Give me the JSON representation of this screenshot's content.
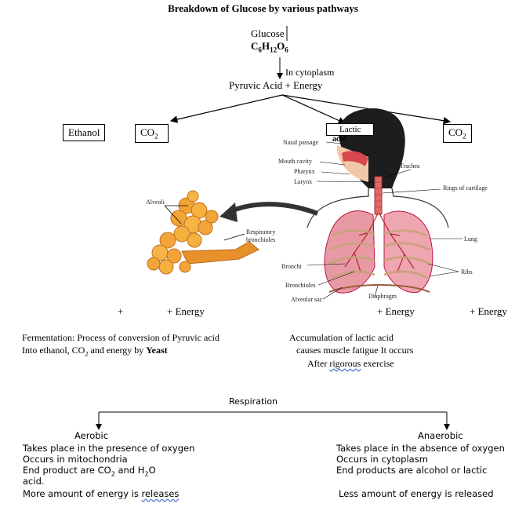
{
  "title": "Breakdown of Glucose by various pathways",
  "glucose": {
    "name": "Glucose",
    "formula": [
      "C",
      "6",
      "H",
      "12",
      "O",
      "6"
    ]
  },
  "step_label": "In cytoplasm",
  "pyruvic": "Pyruvic Acid + Energy",
  "products": {
    "ethanol": "Ethanol",
    "co2_left": [
      "CO",
      "2"
    ],
    "lactic": "Lactic",
    "lactic_overlap": "acid",
    "co2_right": [
      "CO",
      "2"
    ]
  },
  "energy_row": {
    "plus": "+",
    "energy_left": "+ Energy",
    "energy_mid": "+ Energy",
    "energy_right": "+ Energy"
  },
  "fermentation": {
    "line1": "Fermentation: Process of conversion of Pyruvic acid",
    "line2_pre": "Into ethanol, CO",
    "line2_sub": "2",
    "line2_mid": " and energy by ",
    "line2_bold": "Yeast"
  },
  "lactic_note": {
    "line1": "Accumulation of lactic acid",
    "line2": "causes muscle fatigue It occurs",
    "line3_pre": "After ",
    "line3_wavy": "rigorous",
    "line3_post": " exercise"
  },
  "respiration": {
    "title": "Respiration",
    "aerobic": {
      "heading": "Aerobic",
      "l1": "Takes place in the presence of oxygen",
      "l2": "Occurs in mitochondria",
      "l3_pre": "End product are CO",
      "l3_sub1": "2",
      "l3_mid": " and H",
      "l3_sub2": "2",
      "l3_post": "O",
      "l4": "acid.",
      "l5_pre": "More amount of energy is ",
      "l5_wavy": "releases"
    },
    "anaerobic": {
      "heading": "Anaerobic",
      "l1": "Takes place in the absence of oxygen",
      "l2": "Occurs in cytoplasm",
      "l3": "End products are alcohol or lactic",
      "l5": "Less amount of energy is released"
    }
  },
  "lung_diagram_labels": {
    "nasal": "Nasal passage",
    "mouth": "Mouth cavity",
    "pharynx": "Pharynx",
    "larynx": "Larynx",
    "trachea": "Trachea",
    "rings": "Rings of cartilage",
    "lung": "Lung",
    "ribs": "Ribs",
    "bronchi": "Bronchi",
    "bronchioles": "Bronchioles",
    "alveolar": "Alveolar sac",
    "diaphragm": "Diaphragm"
  },
  "alveoli_labels": {
    "alveoli": "Alveoli",
    "resp1": "Respiratory",
    "resp2": "bronchioles"
  }
}
